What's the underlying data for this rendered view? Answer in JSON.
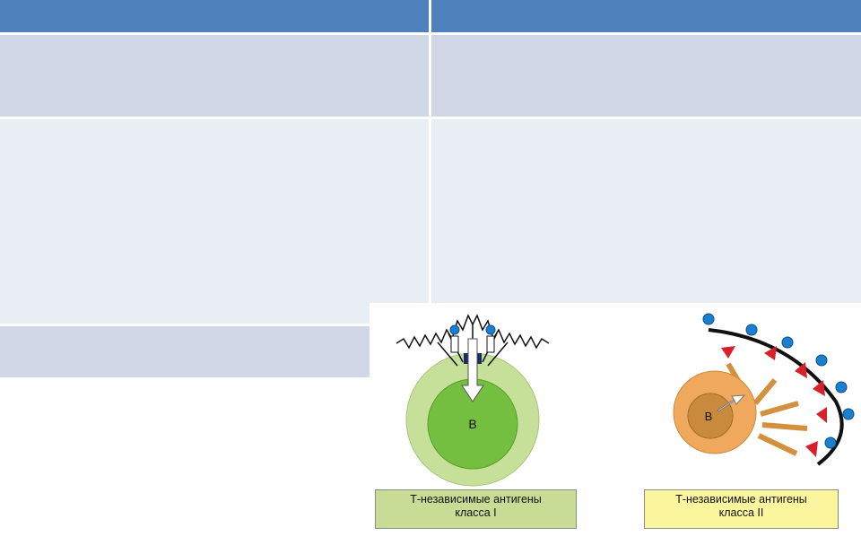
{
  "figure": {
    "class1": {
      "cell_letter": "B",
      "caption_line1": "Т-независимые антигены",
      "caption_line2": "класса I"
    },
    "class2": {
      "cell_letter": "B",
      "caption_line1": "Т-независимые антигены",
      "caption_line2": "класса II"
    }
  },
  "colors": {
    "header": "#4f81bd",
    "row_dark": "#d0d8e8",
    "row_light": "#e9edf4",
    "cell1_outer": "#c6e09a",
    "cell1_inner": "#74bf3f",
    "cell2_outer": "#f0a95c",
    "cell2_inner": "#c98a3e",
    "antigen_blue": "#1a7fd0",
    "antigen_red": "#d8202a"
  }
}
